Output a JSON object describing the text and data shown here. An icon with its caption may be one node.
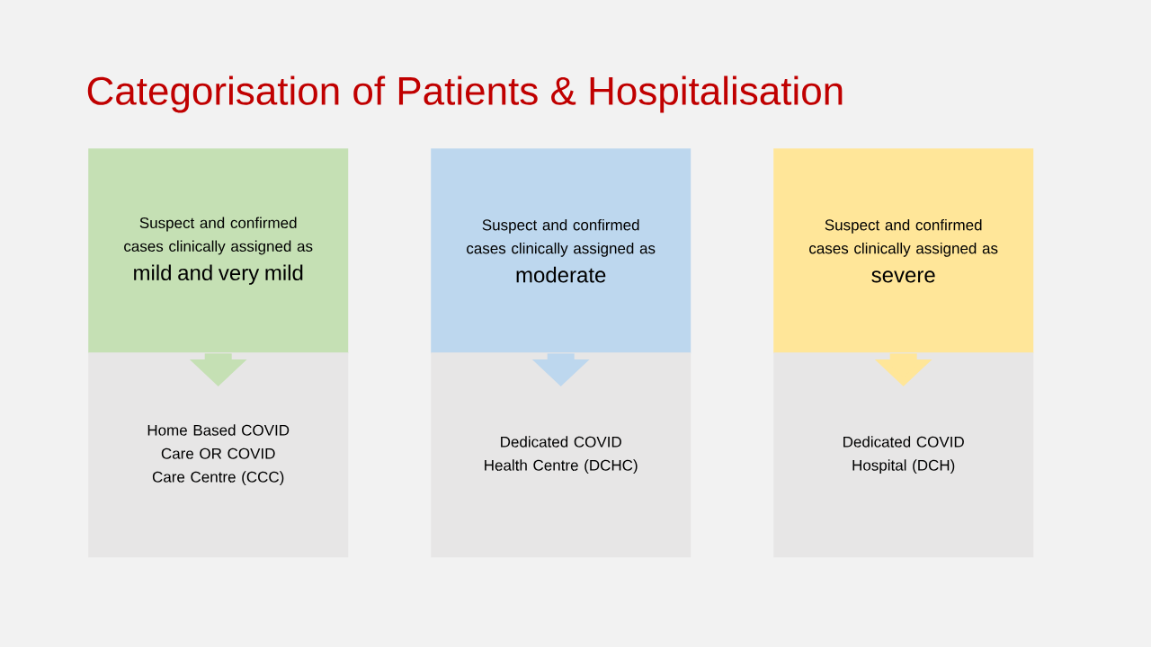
{
  "diagram": {
    "title": "Categorisation of Patients & Hospitalisation",
    "nodes": [
      {
        "text": [
          "Suspect and confirmed cases clinically assigned as",
          "mild and very mild"
        ]
      },
      {
        "text": [
          "Home Based COVID Care OR COVID Care Centre (CCC)"
        ]
      },
      {
        "text": [
          "Suspect and confirmed cases clinically assigned as",
          "moderate"
        ]
      },
      {
        "text": [
          "Dedicated COVID Health Centre (DCHC)"
        ]
      },
      {
        "text": [
          "Suspect and confirmed cases clinically assigned as",
          "severe"
        ]
      },
      {
        "text": [
          "Dedicated COVID Hospital (DCH)"
        ]
      }
    ],
    "edges": [
      {
        "from": 0,
        "to": 1,
        "arrow": "to",
        "color": "#c5e0b4"
      },
      {
        "from": 2,
        "to": 3,
        "arrow": "to",
        "color": "#bdd7ee"
      },
      {
        "from": 4,
        "to": 5,
        "arrow": "to",
        "color": "#ffe699"
      }
    ]
  }
}
